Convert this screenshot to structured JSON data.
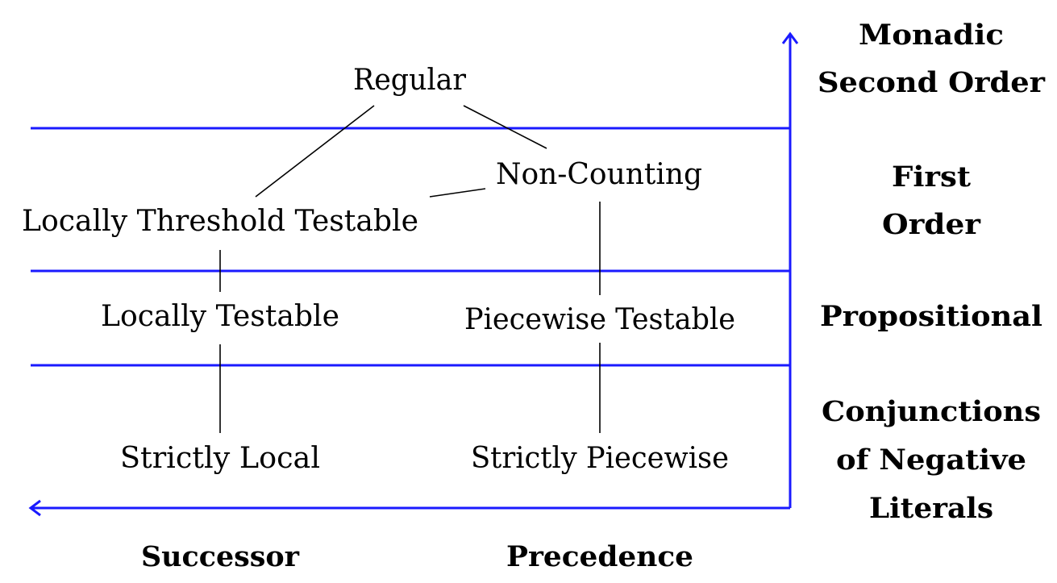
{
  "nodes": {
    "regular": "Regular",
    "non_counting": "Non-Counting",
    "locally_threshold_testable": "Locally Threshold Testable",
    "locally_testable": "Locally Testable",
    "piecewise_testable": "Piecewise Testable",
    "strictly_local": "Strictly Local",
    "strictly_piecewise": "Strictly Piecewise"
  },
  "levels": {
    "mso": [
      "Monadic",
      "Second Order"
    ],
    "fo": [
      "First",
      "Order"
    ],
    "prop": [
      "Propositional"
    ],
    "cnl": [
      "Conjunctions",
      "of Negative",
      "Literals"
    ]
  },
  "axis": {
    "successor": "Successor",
    "precedence": "Precedence"
  },
  "colors": {
    "band": "#1a1aff",
    "edge": "#000000"
  }
}
